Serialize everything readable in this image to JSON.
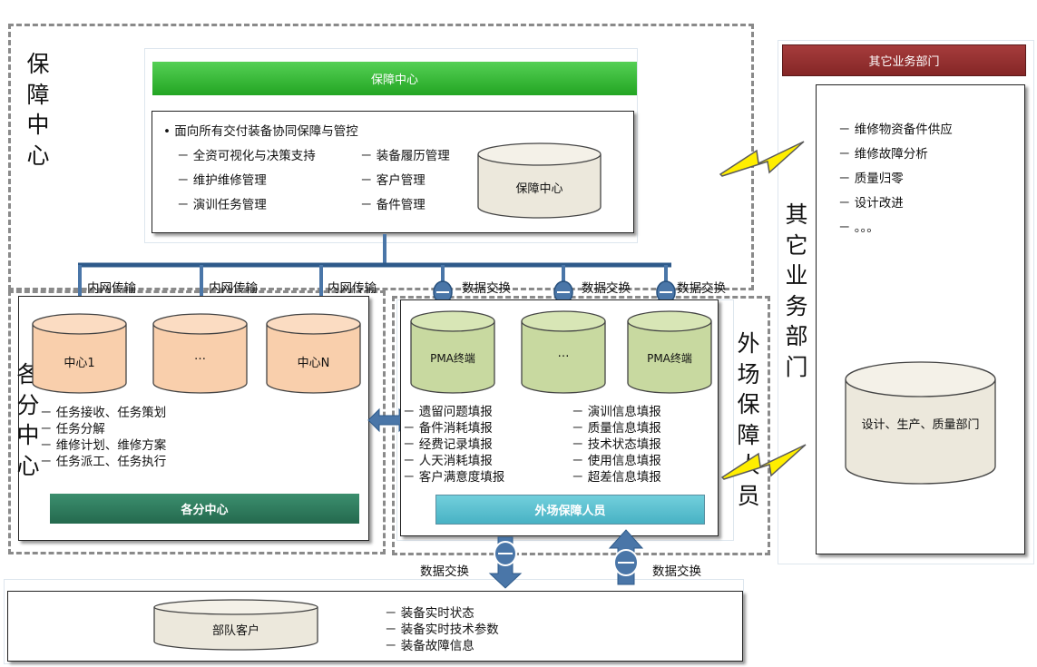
{
  "baozhang": {
    "side_title": "保\n障\n中\n心",
    "header": "保障中心",
    "bullet_main": "• 面向所有交付装备协同保障与管控",
    "left_items": [
      "－ 全资可视化与决策支持",
      "－ 维护维修管理",
      "－ 演训任务管理"
    ],
    "right_items": [
      "－ 装备履历管理",
      "－ 客户管理",
      "－ 备件管理"
    ],
    "db_label": "保障中心"
  },
  "network": {
    "intranet_label": "内网传输",
    "exchange_label": "数据交换"
  },
  "gefen": {
    "side_title": "各\n分\n中\n心",
    "centers": [
      "中心1",
      "…",
      "中心N"
    ],
    "items": [
      "－ 任务接收、任务策划",
      "－ 任务分解",
      "－ 维修计划、维修方案",
      "－ 任务派工、任务执行"
    ],
    "footer": "各分中心"
  },
  "waichang": {
    "side_title": "外\n场\n保\n障\n人\n员",
    "terminals": [
      "PMA终端",
      "…",
      "PMA终端"
    ],
    "left_items": [
      "－ 遗留问题填报",
      "－ 备件消耗填报",
      "－ 经费记录填报",
      "－ 人天消耗填报",
      "－ 客户满意度填报"
    ],
    "right_items": [
      "－ 演训信息填报",
      "－ 质量信息填报",
      "－ 技术状态填报",
      "－ 使用信息填报",
      "－ 超差信息填报"
    ],
    "footer": "外场保障人员"
  },
  "other": {
    "header": "其它业务部门",
    "side_title": "其\n它\n业\n务\n部\n门",
    "items": [
      "－ 维修物资备件供应",
      "－ 维修故障分析",
      "－ 质量归零",
      "－ 设计改进",
      "－ 。。。"
    ],
    "db_label": "设计、生产、质量部门"
  },
  "customer": {
    "db_label": "部队客户",
    "items": [
      "－ 装备实时状态",
      "－ 装备实时技术参数",
      "－ 装备故障信息"
    ],
    "exchange_left": "数据交换",
    "exchange_right": "数据交换"
  },
  "colors": {
    "green_bar": "#3fbf3f",
    "dark_green_bar": "#2e7d5f",
    "teal_bar": "#5cbfd0",
    "red_bar": "#9b3232",
    "peach_cyl": "#f9cfac",
    "green_cyl": "#c8d9a0",
    "gray_cyl": "#ece8dc",
    "line_blue": "#4a76a8",
    "bolt_yellow": "#ffee00"
  }
}
